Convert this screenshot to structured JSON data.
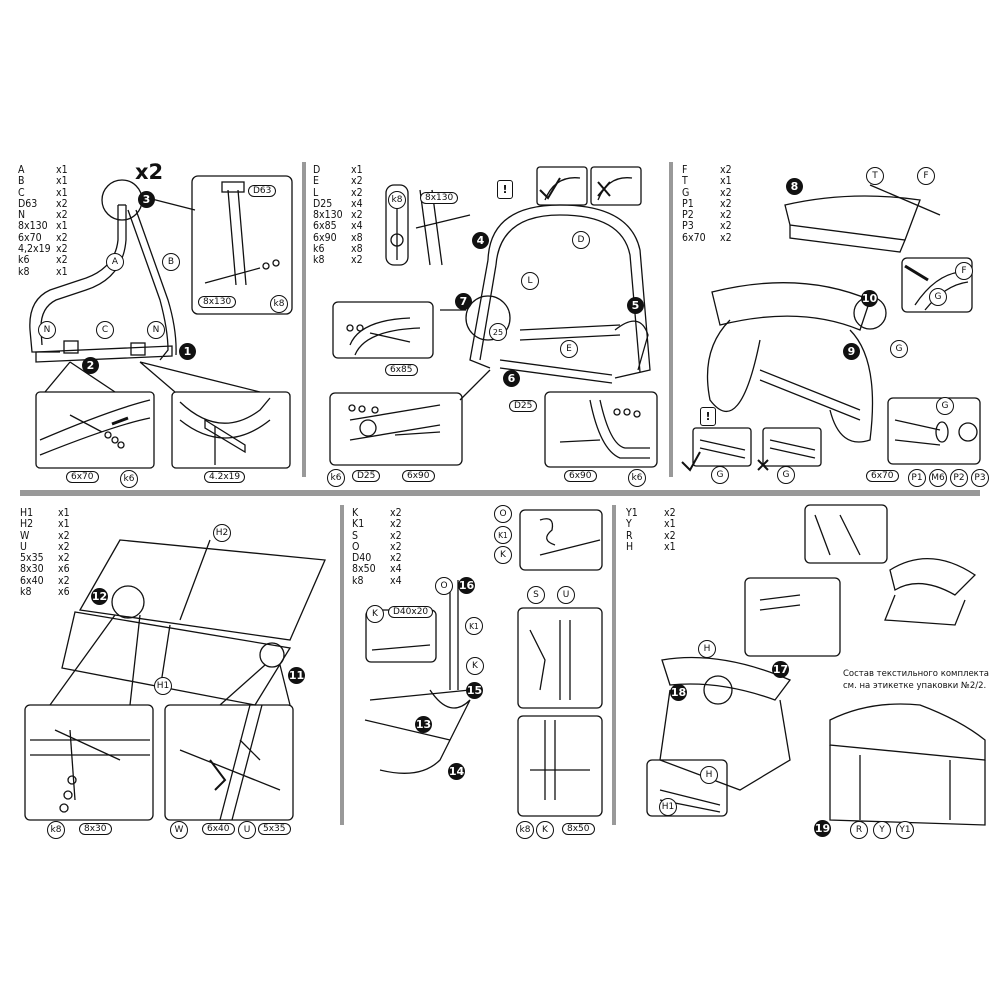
{
  "panels": {
    "p1": {
      "parts": [
        [
          "A",
          "x1"
        ],
        [
          "B",
          "x1"
        ],
        [
          "C",
          "x1"
        ],
        [
          "D63",
          "x2"
        ],
        [
          "N",
          "x2"
        ],
        [
          "8x130",
          "x1"
        ],
        [
          "6x70",
          "x2"
        ],
        [
          "4,2x19",
          "x2"
        ],
        [
          "k6",
          "x2"
        ],
        [
          "k8",
          "x1"
        ]
      ],
      "multiplier": "x2",
      "labels": {
        "A": "A",
        "B": "B",
        "C": "C",
        "N1": "N",
        "N2": "N",
        "D63": "D63",
        "s8x130": "8x130",
        "k8": "k8",
        "s6x70": "6x70",
        "k6": "k6",
        "s42x19": "4.2x19"
      },
      "steps": [
        "1",
        "2",
        "3"
      ]
    },
    "p2": {
      "parts": [
        [
          "D",
          "x1"
        ],
        [
          "E",
          "x2"
        ],
        [
          "L",
          "x2"
        ],
        [
          "D25",
          "x4"
        ],
        [
          "8x130",
          "x2"
        ],
        [
          "6x85",
          "x4"
        ],
        [
          "6x90",
          "x8"
        ],
        [
          "k6",
          "x8"
        ],
        [
          "k8",
          "x2"
        ]
      ],
      "labels": {
        "k8": "k8",
        "s8x130": "8x130",
        "D": "D",
        "L": "L",
        "E": "E",
        "n25": "25",
        "s6x85": "6x85",
        "D25a": "D25",
        "k6a": "k6",
        "D25b": "D25",
        "s6x90a": "6x90",
        "s6x90b": "6x90",
        "k6b": "k6"
      },
      "steps": [
        "4",
        "5",
        "6",
        "7"
      ],
      "warn": "!"
    },
    "p3": {
      "parts": [
        [
          "F",
          "x2"
        ],
        [
          "T",
          "x1"
        ],
        [
          "G",
          "x2"
        ],
        [
          "P1",
          "x2"
        ],
        [
          "P2",
          "x2"
        ],
        [
          "P3",
          "x2"
        ],
        [
          "6x70",
          "x2"
        ]
      ],
      "labels": {
        "T": "T",
        "F1": "F",
        "F2": "F",
        "G1": "G",
        "G2": "G",
        "G3": "G",
        "G4": "G",
        "G5": "G",
        "s6x70": "6x70",
        "P1": "P1",
        "M6": "M6",
        "P2": "P2",
        "P3": "P3"
      },
      "steps": [
        "8",
        "9",
        "10"
      ],
      "warn": "!"
    },
    "p4": {
      "parts": [
        [
          "H1",
          "x1"
        ],
        [
          "H2",
          "x1"
        ],
        [
          "W",
          "x2"
        ],
        [
          "U",
          "x2"
        ],
        [
          "5x35",
          "x2"
        ],
        [
          "8x30",
          "x6"
        ],
        [
          "6x40",
          "x2"
        ],
        [
          "k8",
          "x6"
        ]
      ],
      "labels": {
        "H2": "H2",
        "H1": "H1",
        "k8": "k8",
        "s8x30": "8x30",
        "W": "W",
        "s6x40": "6x40",
        "U": "U",
        "s5x35": "5x35"
      },
      "steps": [
        "11",
        "12"
      ]
    },
    "p5": {
      "parts": [
        [
          "K",
          "x2"
        ],
        [
          "K1",
          "x2"
        ],
        [
          "S",
          "x2"
        ],
        [
          "O",
          "x2"
        ],
        [
          "D40",
          "x2"
        ],
        [
          "8x50",
          "x4"
        ],
        [
          "k8",
          "x4"
        ]
      ],
      "labels": {
        "O1": "O",
        "K1a": "K1",
        "Ka": "K",
        "O2": "O",
        "K1b": "K1",
        "Kb": "K",
        "Kc": "K",
        "D40x20": "D40x20",
        "S": "S",
        "U": "U",
        "k8": "k8",
        "Kd": "K",
        "s8x50": "8x50"
      },
      "steps": [
        "13",
        "14",
        "15",
        "16"
      ]
    },
    "p6": {
      "parts": [
        [
          "Y1",
          "x2"
        ],
        [
          "Y",
          "x1"
        ],
        [
          "R",
          "x2"
        ],
        [
          "H",
          "x1"
        ]
      ],
      "labels": {
        "H1": "H",
        "H2": "H",
        "H1b": "H1",
        "R": "R",
        "Y": "Y",
        "Y1": "Y1"
      },
      "steps": [
        "17",
        "18",
        "19"
      ],
      "note_line1": "Состав текстильного комплекта",
      "note_line2": "см. на этикетке упаковки №2/2."
    }
  }
}
